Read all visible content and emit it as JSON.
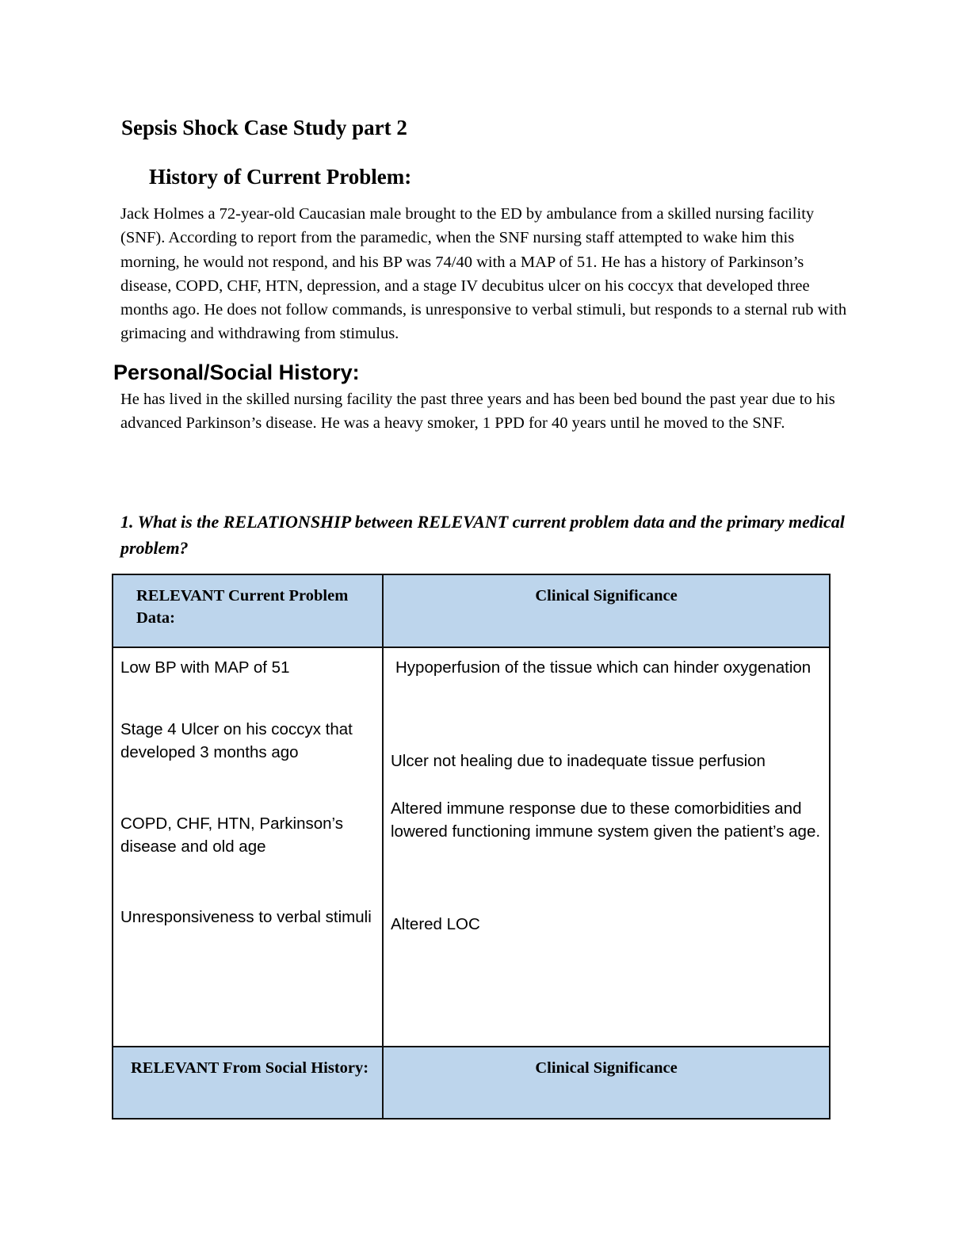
{
  "document": {
    "title": "Sepsis Shock Case Study part 2",
    "history_heading": "History of Current Problem:",
    "history_text": "Jack Holmes a 72-year-old Caucasian male brought to the ED by ambulance from a skilled nursing facility (SNF). According to report from the paramedic, when the SNF nursing staff attempted to wake him this morning, he would not respond, and his BP was 74/40 with a MAP of 51. He has a history of Parkinson’s disease, COPD, CHF, HTN, depression, and a stage IV decubitus ulcer on his coccyx that developed three months ago. He does not follow commands, is unresponsive to verbal stimuli, but responds to a sternal rub with grimacing and withdrawing from stimulus.",
    "social_heading": "Personal/Social History:",
    "social_text": "He has lived in the skilled nursing facility the past three years and has been bed bound the past year due to his advanced Parkinson’s disease. He was a heavy smoker, 1 PPD for 40 years until he moved to the SNF.",
    "question": "1. What is the RELATIONSHIP between RELEVANT current problem data and the primary medical problem?"
  },
  "table": {
    "header_left": "RELEVANT Current Problem Data:",
    "header_right": "Clinical Significance",
    "rows": [
      {
        "data": "Low BP with MAP of 51",
        "significance": "Hypoperfusion of the tissue which can hinder oxygenation"
      },
      {
        "data": "Stage 4 Ulcer on his coccyx that developed 3 months ago",
        "significance": "Ulcer not healing due to inadequate tissue perfusion"
      },
      {
        "data": "COPD, CHF, HTN, Parkinson’s disease and old age",
        "significance": "Altered immune response due to these comorbidities and lowered functioning immune system given the patient’s age."
      },
      {
        "data": "Unresponsiveness to verbal stimuli",
        "significance": "Altered LOC"
      }
    ],
    "social_header_left": "RELEVANT From Social History:",
    "social_header_right": "Clinical Significance"
  }
}
